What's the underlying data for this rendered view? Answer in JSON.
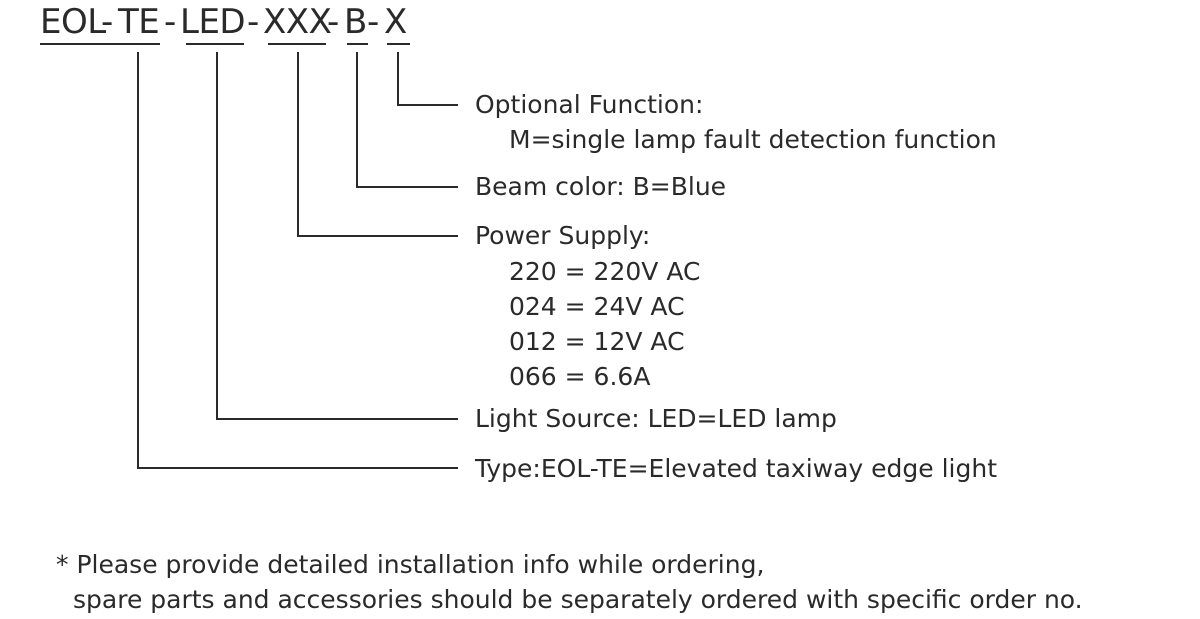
{
  "code": {
    "parts": [
      "EOL",
      "-",
      "TE",
      "-",
      "LED",
      "-",
      "XXX",
      "-",
      "B",
      "-",
      "X"
    ]
  },
  "legend": {
    "optional_function_label": "Optional Function:",
    "optional_function_value": "M=single lamp fault detection function",
    "beam_color": "Beam color: B=Blue",
    "power_supply_label": "Power Supply:",
    "power_supply_options": [
      "220 = 220V AC",
      "024 = 24V AC",
      "012 = 12V AC",
      "066 = 6.6A"
    ],
    "light_source": "Light Source: LED=LED lamp",
    "type": "Type:EOL-TE=Elevated taxiway edge light"
  },
  "note": {
    "line1": "* Please provide detailed installation info while ordering,",
    "line2": "spare parts and accessories should be separately ordered with specific order no."
  }
}
